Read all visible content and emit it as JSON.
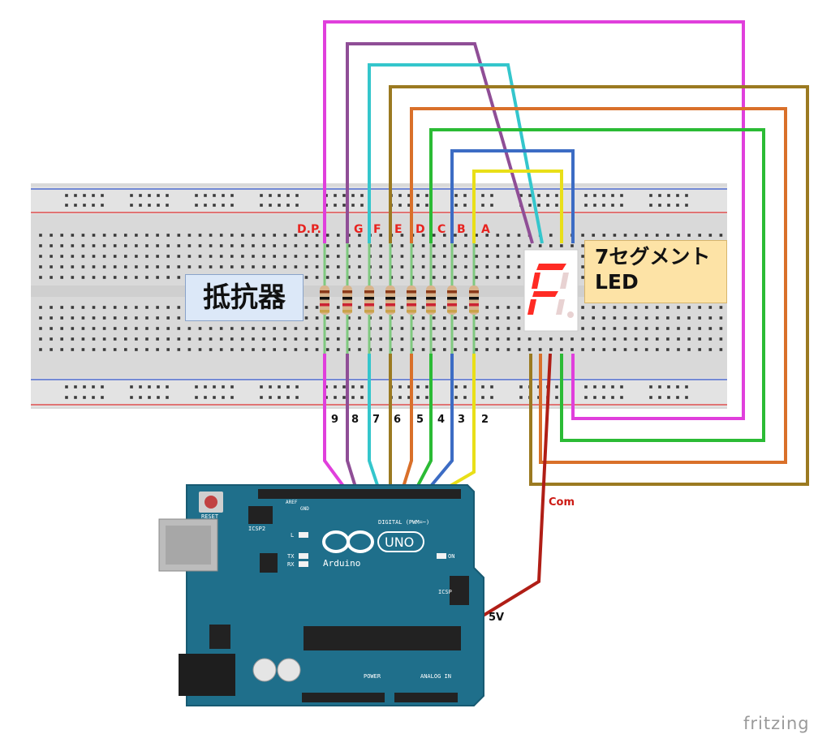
{
  "segment_letters": [
    "D.P.",
    "G",
    "F",
    "E",
    "D",
    "C",
    "B",
    "A"
  ],
  "pin_numbers": [
    "9",
    "8",
    "7",
    "6",
    "5",
    "4",
    "3",
    "2"
  ],
  "resistor_label": "抵抗器",
  "led_label": {
    "line1": "7セグメント",
    "line2": "LED"
  },
  "com_label": "Com",
  "v5_label": "5V",
  "arduino": {
    "reset": "RESET",
    "icsp2": "ICSP2",
    "digital": "DIGITAL (PWM=~)",
    "l": "L",
    "tx": "TX",
    "rx": "RX",
    "on": "ON",
    "brand": "Arduino",
    "model": "UNO",
    "icsp": "ICSP",
    "power": "POWER",
    "analog": "ANALOG IN",
    "aref": "AREF",
    "gnd": "GND"
  },
  "logo": "fritzing",
  "colors": {
    "magenta": "#e03fdc",
    "purple": "#8f4e96",
    "cyan": "#34c6cc",
    "olive": "#9b7a21",
    "orange": "#d9702a",
    "green": "#2bbb35",
    "blue": "#3c6cc4",
    "yellow": "#e9df18",
    "red": "#b01e16",
    "board": "#1f6f8b"
  }
}
